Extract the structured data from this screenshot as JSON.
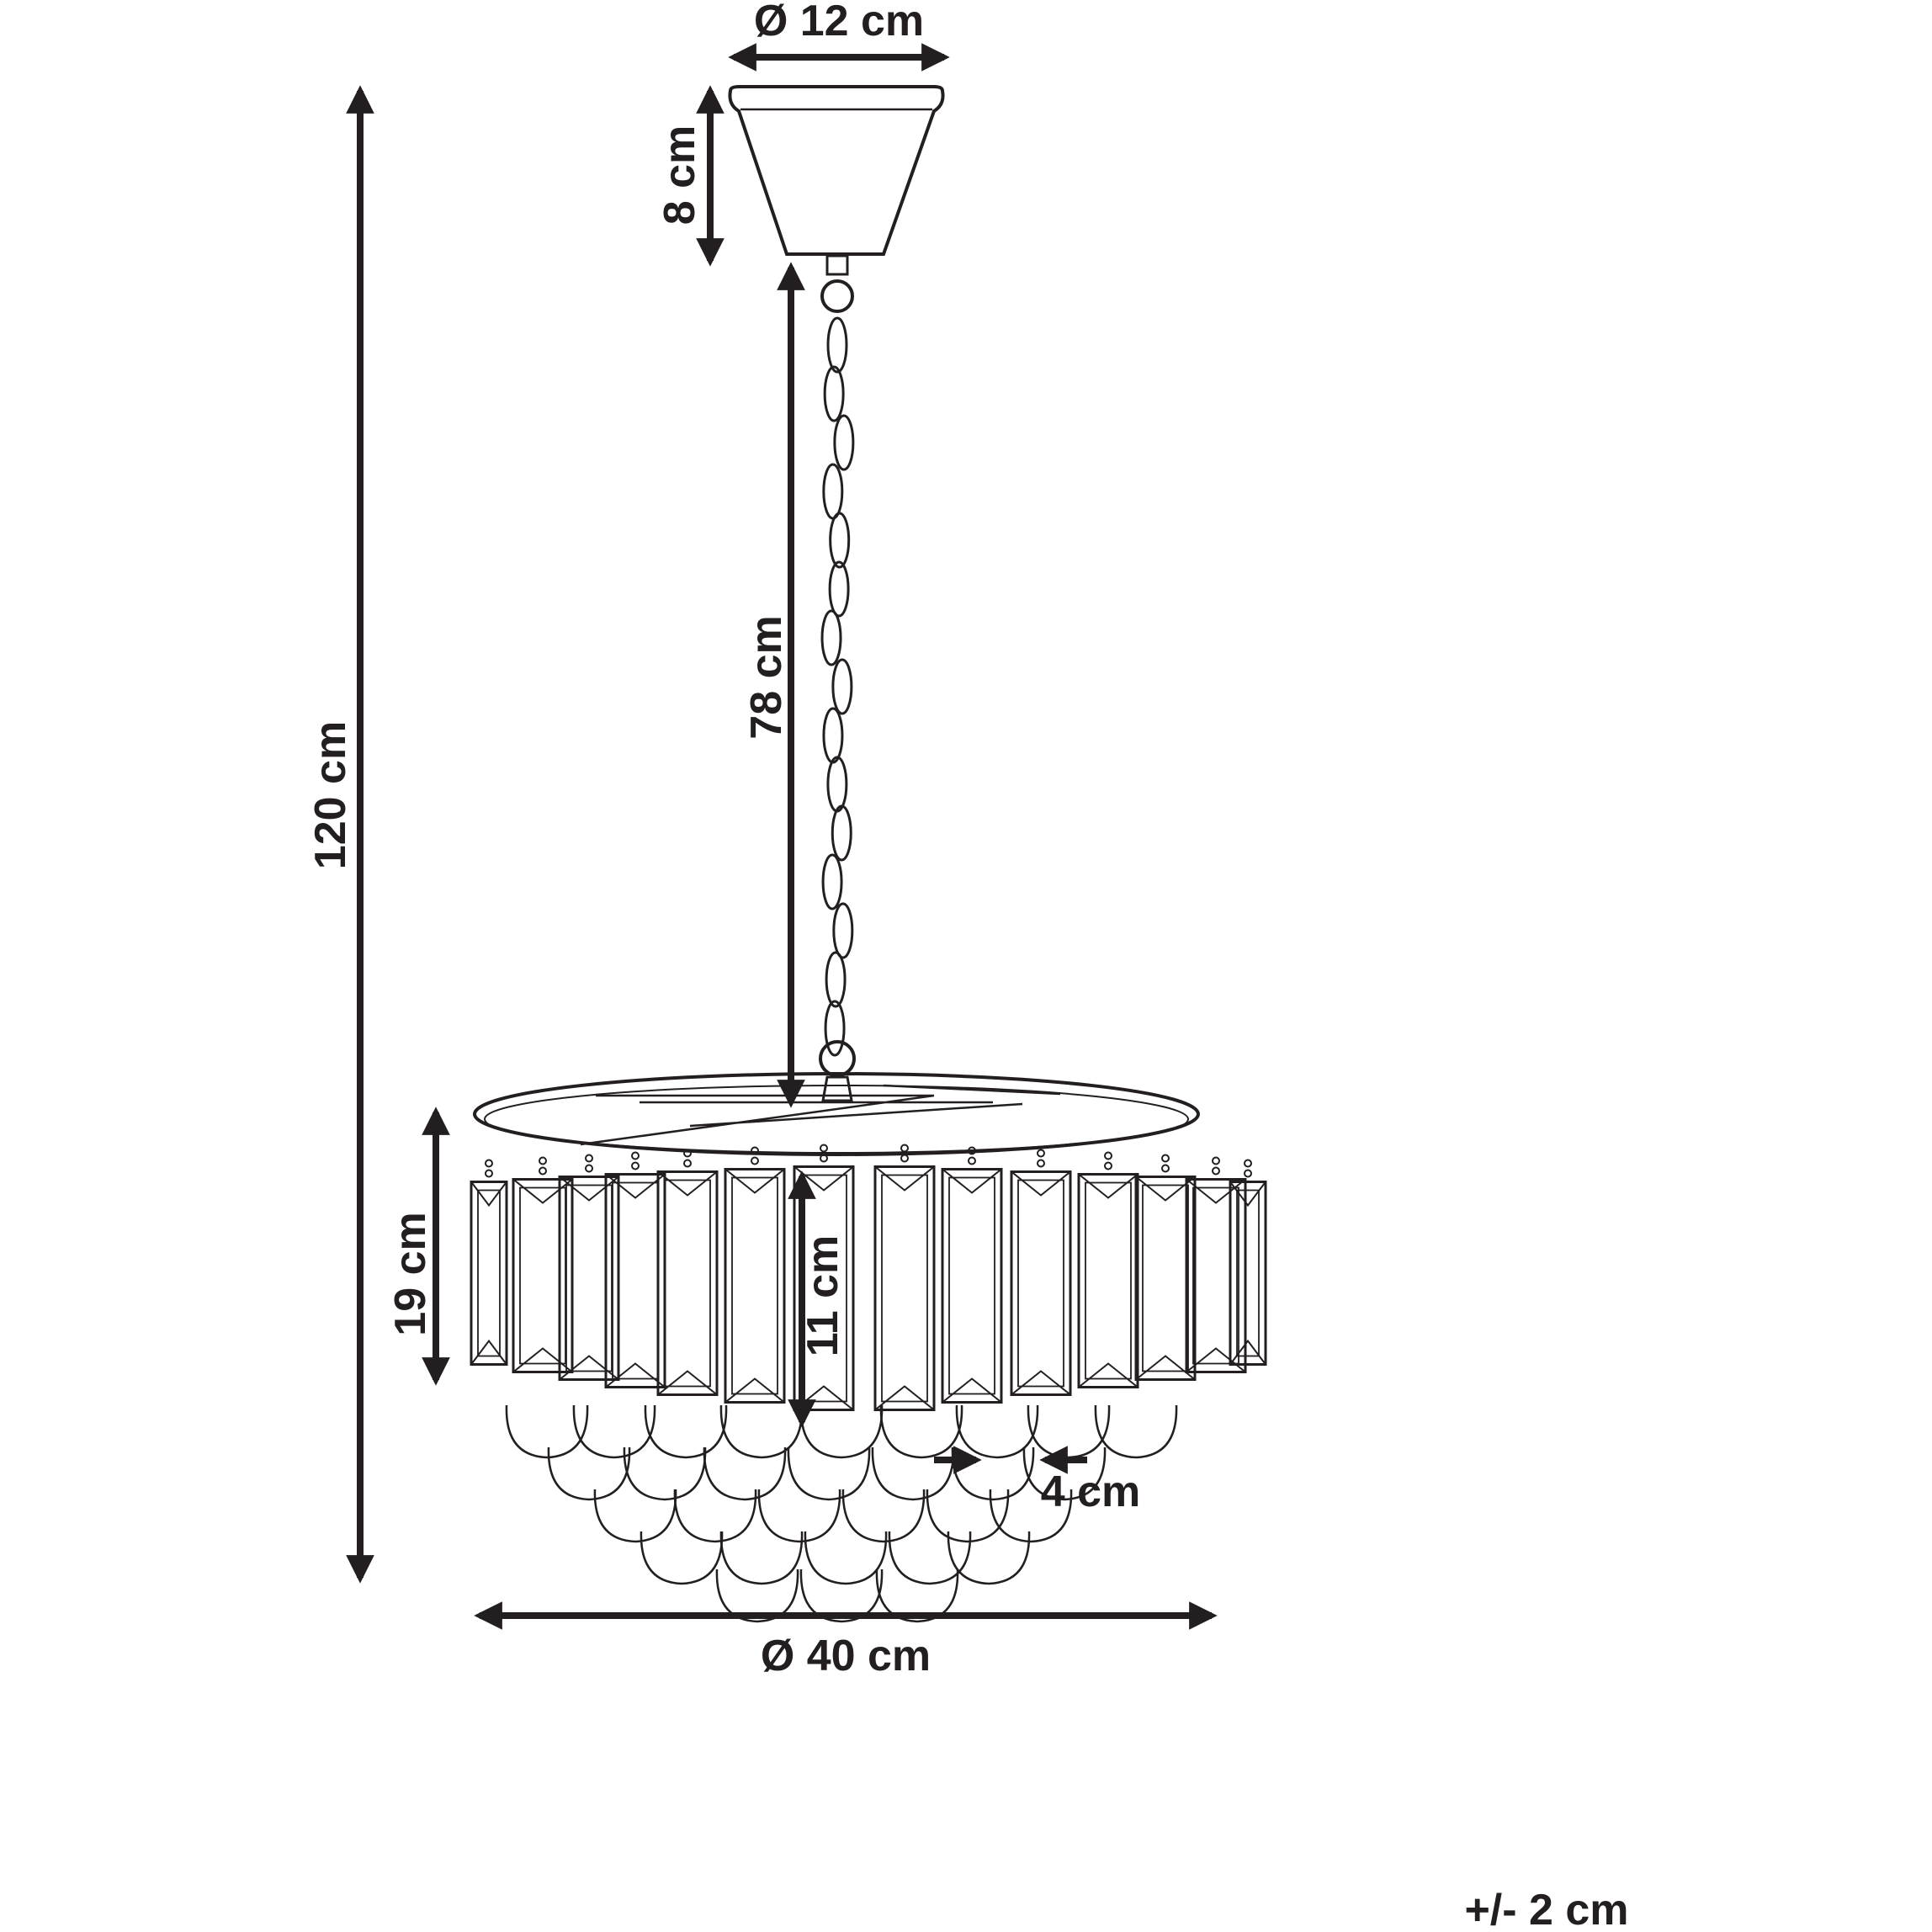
{
  "dimensions": {
    "canopy_diameter": "Ø 12 cm",
    "canopy_height": "8 cm",
    "chain_length": "78 cm",
    "total_height": "120 cm",
    "shade_height": "19 cm",
    "crystal_length": "11 cm",
    "crystal_width": "4 cm",
    "shade_diameter": "Ø 40 cm"
  },
  "tolerance": "+/- 2 cm",
  "colors": {
    "ink": "#231f20",
    "background": "#ffffff"
  }
}
